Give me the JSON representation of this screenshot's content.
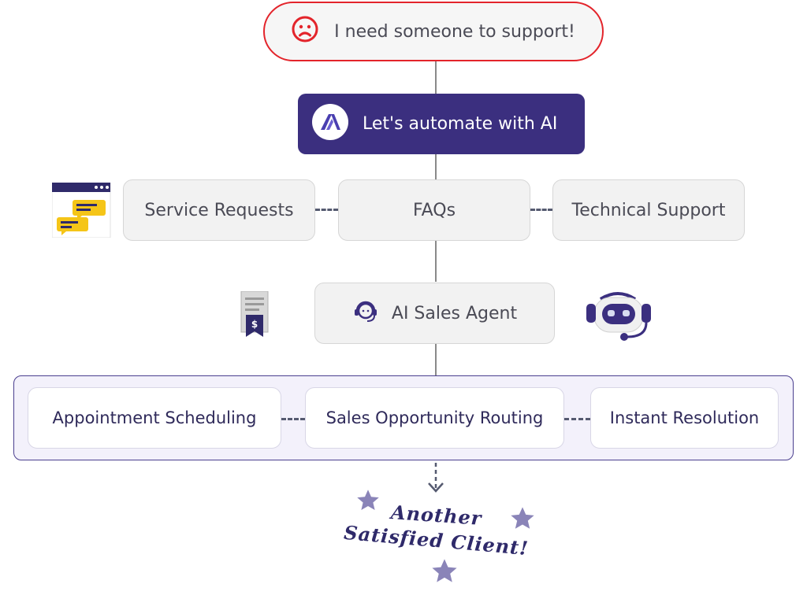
{
  "top_pill": {
    "text": "I need someone to support!",
    "icon": "sad-face-icon",
    "border_color": "#e3242b"
  },
  "ai_box": {
    "text": "Let's automate with AI",
    "icon": "ai-logo-icon",
    "bg_color": "#3b2f7f"
  },
  "row1": [
    {
      "label": "Service Requests"
    },
    {
      "label": "FAQs"
    },
    {
      "label": "Technical Support"
    }
  ],
  "agent": {
    "label": "AI Sales Agent",
    "icon": "headset-person-icon"
  },
  "decor_icons": [
    "chat-window-icon",
    "invoice-dollar-icon",
    "robot-headset-icon"
  ],
  "row2": [
    {
      "label": "Appointment Scheduling"
    },
    {
      "label": "Sales Opportunity Routing"
    },
    {
      "label": "Instant Resolution"
    }
  ],
  "closing": {
    "line1": "Another",
    "line2": "Satisfied Client!"
  },
  "accent_colors": {
    "purple": "#3b2f7f",
    "group_bg": "#f3f1fb",
    "star": "#8a84b8",
    "yellow": "#f5c518"
  }
}
